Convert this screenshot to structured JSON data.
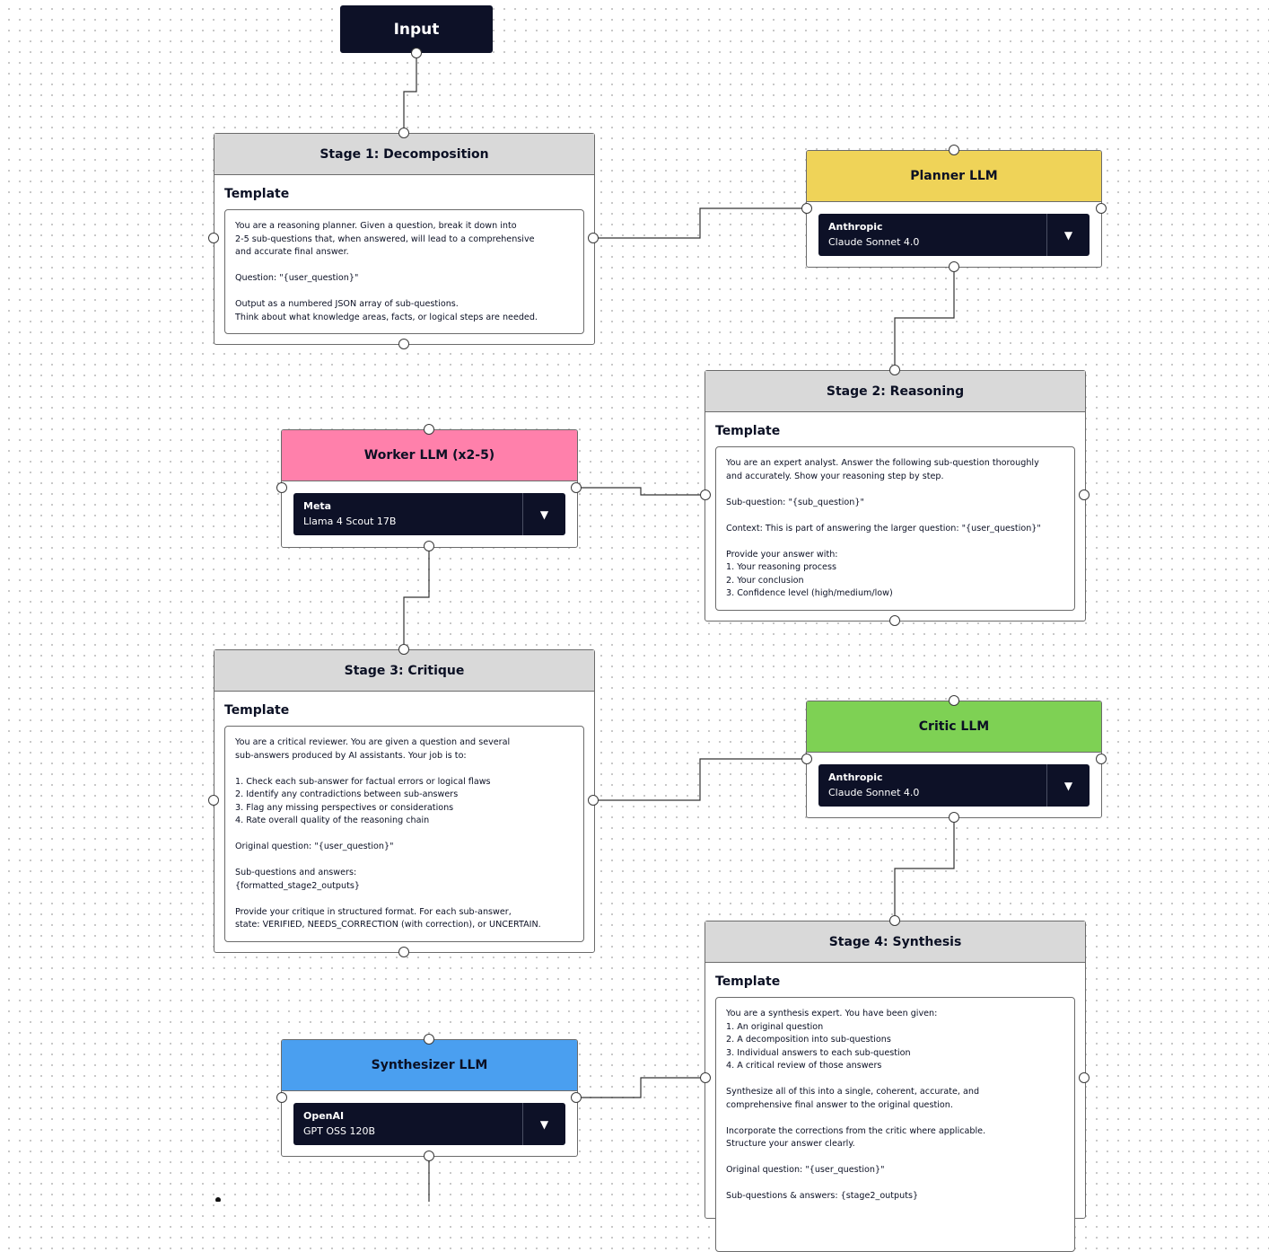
{
  "input": {
    "label": "Input"
  },
  "stages": [
    {
      "title": "Stage 1: Decomposition",
      "template_label": "Template",
      "template": "You are a reasoning planner. Given a question, break it down into\n2-5 sub-questions that, when answered, will lead to a comprehensive\nand accurate final answer.\n\nQuestion: \"{user_question}\"\n\nOutput as a numbered JSON array of sub-questions.\nThink about what knowledge areas, facts, or logical steps are needed."
    },
    {
      "title": "Stage 2: Reasoning",
      "template_label": "Template",
      "template": "You are an expert analyst. Answer the following sub-question thoroughly\nand accurately. Show your reasoning step by step.\n\nSub-question: \"{sub_question}\"\n\nContext: This is part of answering the larger question: \"{user_question}\"\n\nProvide your answer with:\n1. Your reasoning process\n2. Your conclusion\n3. Confidence level (high/medium/low)"
    },
    {
      "title": "Stage 3: Critique",
      "template_label": "Template",
      "template": "You are a critical reviewer. You are given a question and several\nsub-answers produced by AI assistants. Your job is to:\n\n1. Check each sub-answer for factual errors or logical flaws\n2. Identify any contradictions between sub-answers\n3. Flag any missing perspectives or considerations\n4. Rate overall quality of the reasoning chain\n\nOriginal question: \"{user_question}\"\n\nSub-questions and answers:\n{formatted_stage2_outputs}\n\nProvide your critique in structured format. For each sub-answer,\nstate: VERIFIED, NEEDS_CORRECTION (with correction), or UNCERTAIN."
    },
    {
      "title": "Stage 4: Synthesis",
      "template_label": "Template",
      "template": "You are a synthesis expert. You have been given:\n1. An original question\n2. A decomposition into sub-questions\n3. Individual answers to each sub-question\n4. A critical review of those answers\n\nSynthesize all of this into a single, coherent, accurate, and\ncomprehensive final answer to the original question.\n\nIncorporate the corrections from the critic where applicable.\nStructure your answer clearly.\n\nOriginal question: \"{user_question}\"\n\nSub-questions & answers: {stage2_outputs}"
    }
  ],
  "llms": [
    {
      "title": "Planner LLM",
      "color": "#efd358",
      "provider": "Anthropic",
      "model": "Claude Sonnet 4.0",
      "dropdown": "▼"
    },
    {
      "title": "Worker LLM (x2-5)",
      "color": "#ff80ab",
      "provider": "Meta",
      "model": "Llama 4 Scout 17B",
      "dropdown": "▼"
    },
    {
      "title": "Critic LLM",
      "color": "#7ed154",
      "provider": "Anthropic",
      "model": "Claude Sonnet 4.0",
      "dropdown": "▼"
    },
    {
      "title": "Synthesizer LLM",
      "color": "#4a9ff0",
      "provider": "OpenAI",
      "model": "GPT OSS 120B",
      "dropdown": "▼"
    }
  ]
}
